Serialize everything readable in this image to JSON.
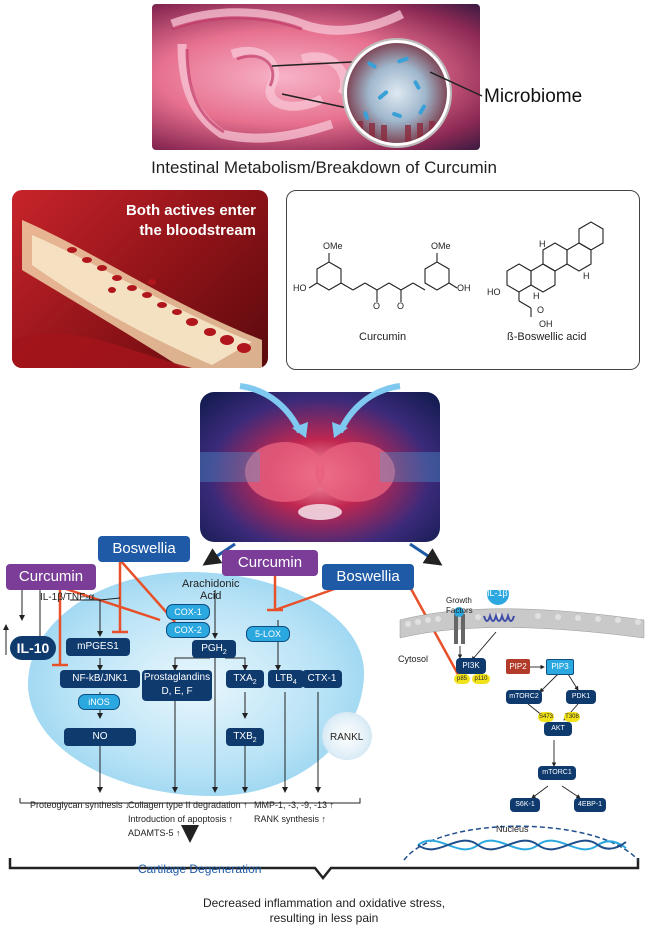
{
  "top": {
    "callout": "Microbiome",
    "caption": "Intestinal Metabolism/Breakdown of Curcumin"
  },
  "blood": {
    "line1": "Both actives enter",
    "line2": "the bloodstream"
  },
  "chem": {
    "curcumin_label": "Curcumin",
    "boswellic_label": "ß-Boswellic acid",
    "ome1": "OMe",
    "ome2": "OMe",
    "ho1": "HO",
    "oh1": "OH",
    "ho2": "HO",
    "oh2": "OH",
    "h1": "H",
    "h2": "H",
    "h3": "H",
    "o1": "O",
    "o2": "O",
    "o3": "O"
  },
  "pathway": {
    "curcumin_left": "Curcumin",
    "boswellia_left": "Boswellia",
    "curcumin_mid": "Curcumin",
    "boswellia_right": "Boswellia",
    "il1_tnf": "IL-1β/TNF-α",
    "il10": "IL-10",
    "arachidonic": "Arachidonic",
    "acid": "Acid",
    "cox1": "COX-1",
    "cox2": "COX-2",
    "lox5": "5-LOX",
    "mpges1": "mPGES1",
    "pgh2": "PGH",
    "pgh2_sub": "2",
    "nfkb": "NF-kB/JNK1",
    "inos": "iNOS",
    "no": "NO",
    "prostaglandins": "Prostaglandins",
    "pg_def": "D, E, F",
    "txa2": "TXA",
    "txa2_sub": "2",
    "ltb4": "LTB",
    "ltb4_sub": "4",
    "ctx1": "CTX-1",
    "txb2": "TXB",
    "txb2_sub": "2",
    "rankl": "RANKL"
  },
  "outcomes": {
    "proteoglycan": "Proteoglycan synthesis ↓",
    "collagen": "Collagen type II degradation ↑",
    "apoptosis": "Introduction of apoptosis ↑",
    "adamts": "ADAMTS-5 ↑",
    "mmp": "MMP-1, -3, -9, -13 ↑",
    "rank": "RANK synthesis ↑",
    "cartilage": "Cartilage Degeneration",
    "final1": "Decreased inflammation and oxidative stress,",
    "final2": "resulting in less pain"
  },
  "cell": {
    "growth1": "Growth",
    "growth2": "Factors",
    "il1b": "IL-1β",
    "cytosol": "Cytosol",
    "pi3k": "PI3K",
    "p85": "p85",
    "p110": "p110",
    "pip2": "PIP2",
    "pip3": "PIP3",
    "mtorc2": "mTORC2",
    "pdk1": "PDK1",
    "s473": "S473",
    "t308": "T308",
    "akt": "AKT",
    "mtorc1": "mTORC1",
    "s6k1": "S6K-1",
    "ebp1": "4EBP-1",
    "nucleus": "Nucleus"
  },
  "colors": {
    "purple": "#7b3d97",
    "boswellia_blue": "#1f5aa6",
    "navy": "#0e3a6e",
    "cyan": "#2aa8df",
    "arrow_red": "#e8502a"
  }
}
